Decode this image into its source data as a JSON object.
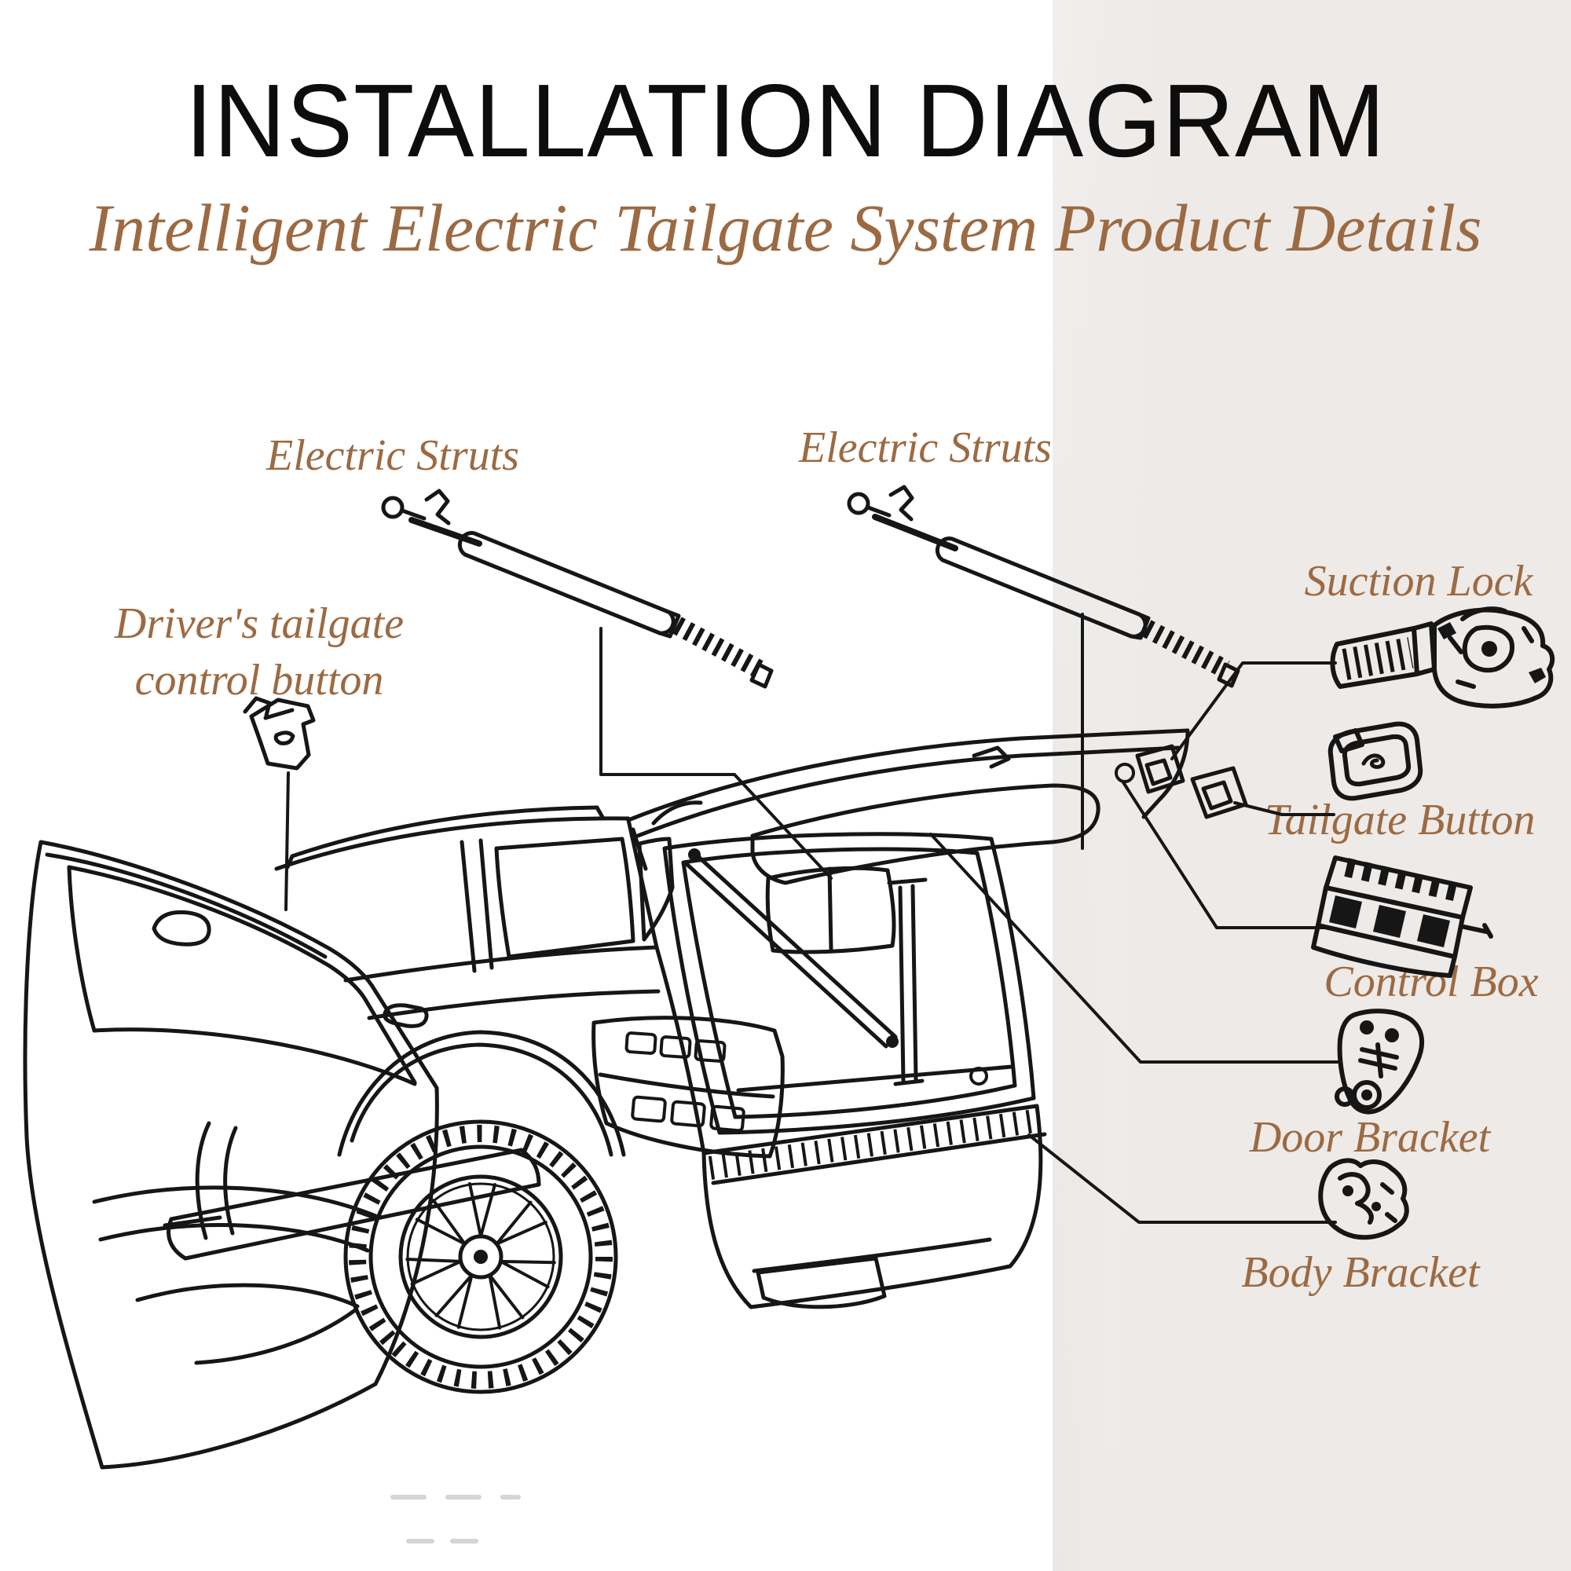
{
  "header": {
    "title": "INSTALLATION DIAGRAM",
    "subtitle": "Intelligent Electric Tailgate System Product Details"
  },
  "labels": {
    "electric_struts_left": "Electric Struts",
    "electric_struts_right": "Electric Struts",
    "driver_button": {
      "line1": "Driver's tailgate",
      "line2": "control button"
    },
    "suction_lock": "Suction Lock",
    "tailgate_button": "Tailgate Button",
    "control_box": "Control Box",
    "door_bracket": "Door Bracket",
    "body_bracket": "Body Bracket"
  },
  "colors": {
    "label_brown": "#9c6a42",
    "ink": "#161616",
    "right_band_gray": "#edeae8",
    "background": "#ffffff"
  }
}
